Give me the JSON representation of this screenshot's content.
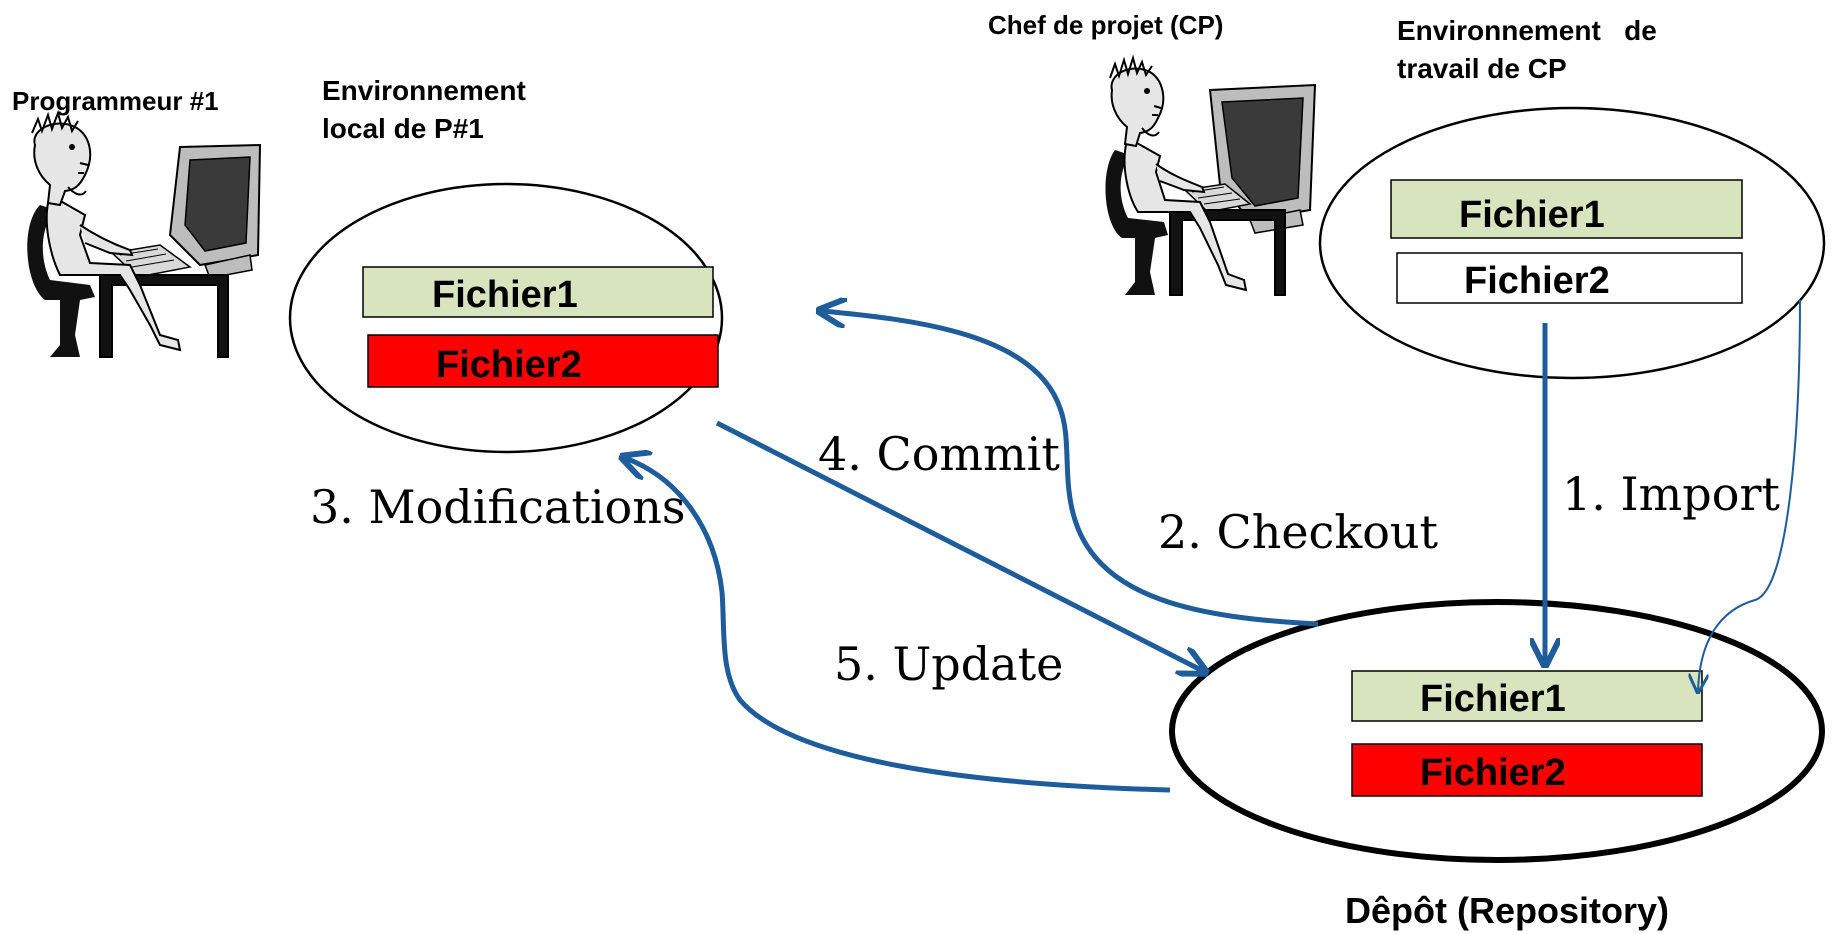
{
  "actors": {
    "programmer": "Programmeur #1",
    "manager": "Chef de projet (CP)"
  },
  "environments": {
    "local_p1": {
      "line1": "Environnement",
      "line2": "local de P#1"
    },
    "cp_work": {
      "line1": "Environnement   de",
      "line2": "travail de CP"
    },
    "repository": "Dêpôt (Repository)"
  },
  "files": {
    "local_p1": [
      {
        "name": "Fichier1",
        "color": "#D7E4BD"
      },
      {
        "name": "Fichier2",
        "color": "#FF0000"
      }
    ],
    "cp_work": [
      {
        "name": "Fichier1",
        "color": "#D7E4BD"
      },
      {
        "name": "Fichier2",
        "color": "#FFFFFF"
      }
    ],
    "repository": [
      {
        "name": "Fichier1",
        "color": "#D7E4BD"
      },
      {
        "name": "Fichier2",
        "color": "#FF0000"
      }
    ]
  },
  "steps": {
    "import": "1. Import",
    "checkout": "2. Checkout",
    "modifications": "3. Modifications",
    "commit": "4. Commit",
    "update": "5. Update"
  },
  "arrow_color": "#1F5C9A",
  "icons": [
    "programmer-at-computer-icon",
    "manager-at-computer-icon"
  ]
}
